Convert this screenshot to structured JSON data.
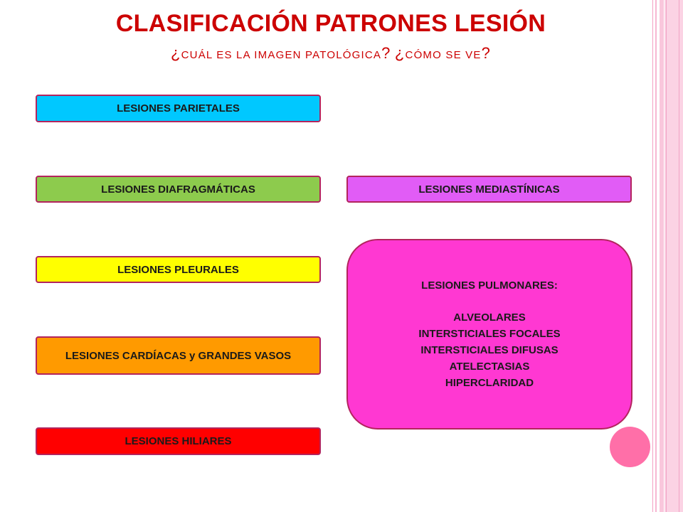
{
  "slide": {
    "title": "CLASIFICACIÓN PATRONES LESIÓN",
    "subtitle_part1": "CUÁL ES LA IMAGEN PATOLÓGICA",
    "subtitle_part2": "CÓMO SE VE",
    "q_open": "¿",
    "q_close": "?"
  },
  "boxes": {
    "parietales": "LESIONES PARIETALES",
    "diafragmaticas": "LESIONES DIAFRAGMÁTICAS",
    "mediastinicas": "LESIONES MEDIASTÍNICAS",
    "pleurales": "LESIONES PLEURALES",
    "cardiacas": "LESIONES CARDÍACAS y GRANDES VASOS",
    "hiliares": "LESIONES HILIARES"
  },
  "pulmonares": {
    "heading": "LESIONES PULMONARES:",
    "items": [
      "ALVEOLARES",
      "INTERSTICIALES FOCALES",
      "INTERSTICIALES DIFUSAS",
      "ATELECTASIAS",
      "HIPERCLARIDAD"
    ]
  },
  "colors": {
    "title": "#cc0000",
    "parietales": "#00c8ff",
    "diafragmaticas": "#8dcb4d",
    "mediastinicas": "#e15cf6",
    "pleurales": "#ffff00",
    "cardiacas": "#ff9a00",
    "hiliares": "#ff0000",
    "pulmonares": "#ff38d2",
    "border": "#b3245d",
    "decor_circle": "#ff6fa8"
  }
}
